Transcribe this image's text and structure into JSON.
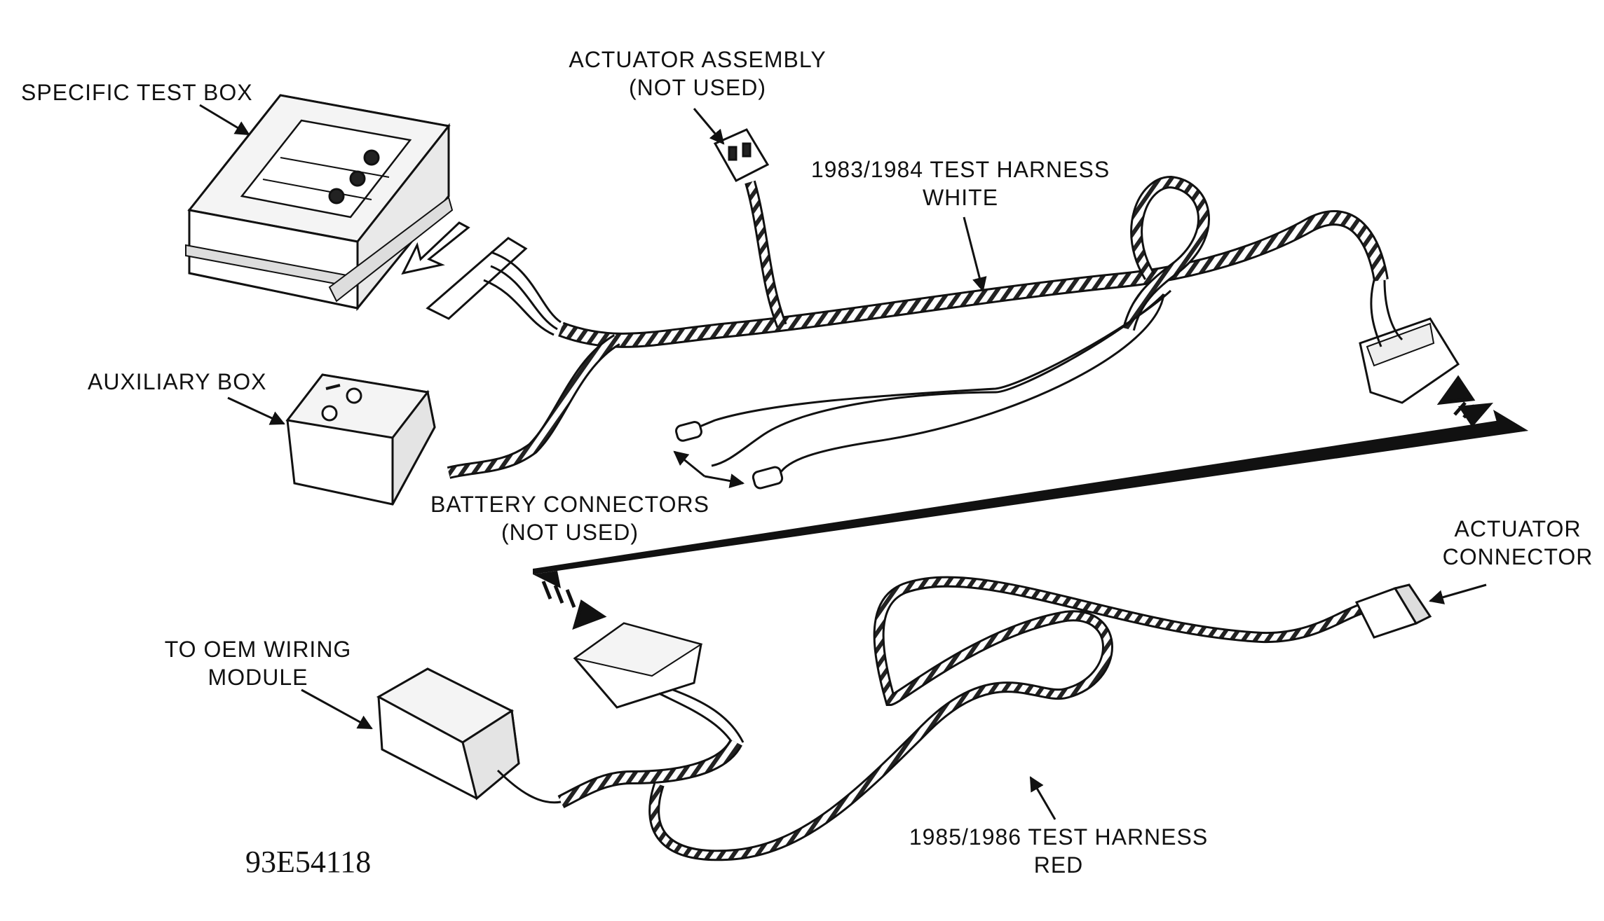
{
  "labels": {
    "specific_test_box": "SPECIFIC TEST BOX",
    "actuator_assembly": [
      "ACTUATOR ASSEMBLY",
      "(NOT USED)"
    ],
    "harness_1983": [
      "1983/1984 TEST HARNESS",
      "WHITE"
    ],
    "auxiliary_box": "AUXILIARY BOX",
    "battery_connectors": [
      "BATTERY CONNECTORS",
      "(NOT USED)"
    ],
    "actuator_connector": [
      "ACTUATOR",
      "CONNECTOR"
    ],
    "to_oem_wiring_module": [
      "TO OEM WIRING",
      "MODULE"
    ],
    "harness_1985": [
      "1985/1986 TEST HARNESS",
      "RED"
    ]
  },
  "figure_code": "93E54118"
}
